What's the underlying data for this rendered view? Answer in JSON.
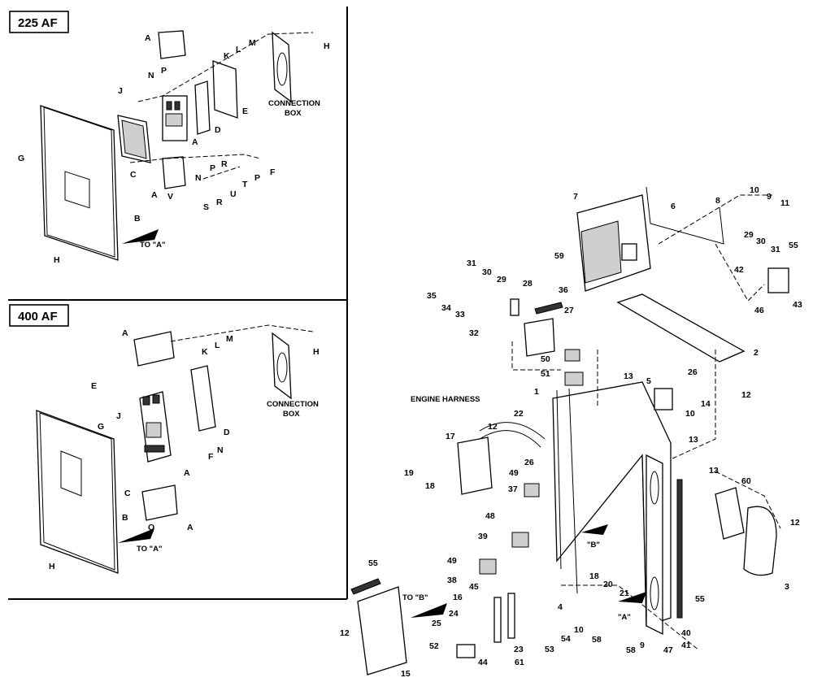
{
  "panels": {
    "af225": {
      "title": "225 AF"
    },
    "af400": {
      "title": "400 AF"
    }
  },
  "captions": {
    "connection_box_1": "CONNECTION",
    "connection_box_2": "BOX",
    "to_a": "TO \"A\"",
    "to_b": "TO \"B\"",
    "engine_harness": "ENGINE HARNESS",
    "ref_a": "\"A\"",
    "ref_b": "\"B\""
  },
  "labels_225": [
    "A",
    "N",
    "P",
    "J",
    "K",
    "L",
    "M",
    "H",
    "E",
    "D",
    "A",
    "C",
    "G",
    "N",
    "P",
    "R",
    "T",
    "P",
    "F",
    "U",
    "S",
    "R",
    "V",
    "A",
    "B",
    "H"
  ],
  "labels_400": [
    "A",
    "K",
    "L",
    "M",
    "H",
    "E",
    "J",
    "G",
    "D",
    "N",
    "F",
    "A",
    "C",
    "B",
    "Q",
    "A",
    "H"
  ],
  "labels_main": [
    "7",
    "6",
    "8",
    "10",
    "9",
    "11",
    "29",
    "30",
    "31",
    "55",
    "42",
    "43",
    "46",
    "59",
    "31",
    "30",
    "29",
    "35",
    "34",
    "33",
    "28",
    "36",
    "27",
    "32",
    "2",
    "50",
    "51",
    "26",
    "12",
    "13",
    "5",
    "14",
    "10",
    "1",
    "12",
    "22",
    "13",
    "13",
    "60",
    "17",
    "19",
    "18",
    "26",
    "49",
    "37",
    "48",
    "39",
    "49",
    "38",
    "45",
    "16",
    "24",
    "25",
    "4",
    "18",
    "20",
    "21",
    "10",
    "58",
    "54",
    "53",
    "23",
    "52",
    "44",
    "61",
    "15",
    "55",
    "12",
    "58",
    "9",
    "47",
    "40",
    "41",
    "55",
    "12",
    "3"
  ]
}
